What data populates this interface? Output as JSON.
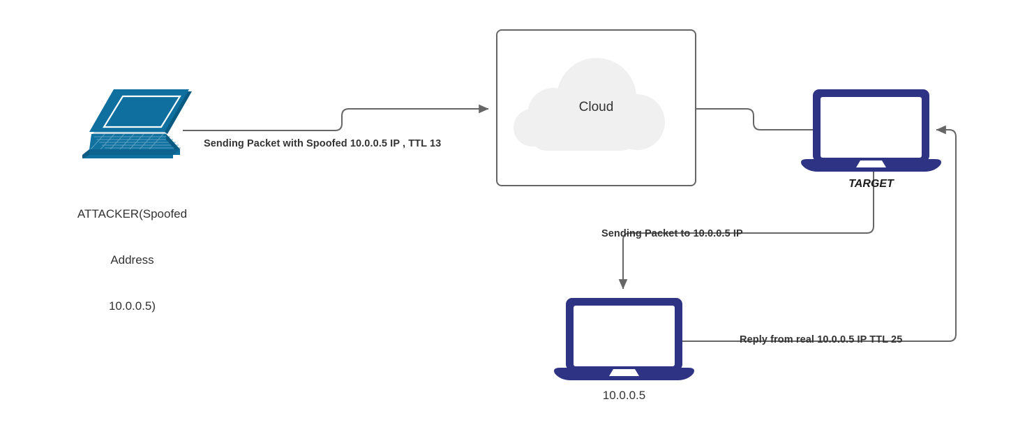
{
  "diagram": {
    "title": "IP Spoofing TTL Reply Diagram",
    "background": "#ffffff",
    "colors": {
      "attacker_device": "#0f6f9f",
      "attacker_device_dark": "#0b5a82",
      "attacker_device_light": "#3d8fb8",
      "target_device": "#2e3384",
      "connector": "#666666",
      "box_border": "#666666",
      "cloud_fill": "#f0f0f0",
      "text": "#333333"
    },
    "nodes": [
      {
        "id": "attacker",
        "icon": "laptop-isometric-icon",
        "label_lines": [
          "ATTACKER(Spoofed",
          "Address",
          "10.0.0.5)"
        ],
        "label_style": "regular"
      },
      {
        "id": "cloud",
        "icon": "cloud-icon",
        "label": "Cloud",
        "container": "rounded-rectangle"
      },
      {
        "id": "target",
        "icon": "laptop-front-icon",
        "label": "TARGET",
        "label_style": "bold-italic"
      },
      {
        "id": "real-host",
        "icon": "laptop-front-icon",
        "label": "10.0.0.5",
        "label_style": "regular"
      }
    ],
    "connectors": [
      {
        "id": "attacker-to-cloud",
        "from": "attacker",
        "to": "cloud",
        "label": "Sending Packet with Spoofed 10.0.0.5 IP , TTL 13",
        "arrow": "end"
      },
      {
        "id": "cloud-to-target",
        "from": "cloud",
        "to": "target",
        "label": "",
        "arrow": "none"
      },
      {
        "id": "target-to-real-host",
        "from": "target",
        "to": "real-host",
        "label": "Sending Packet to 10.0.0.5 IP",
        "arrow": "end"
      },
      {
        "id": "real-host-to-target",
        "from": "real-host",
        "to": "target",
        "label": "Reply from real 10.0.0.5 IP TTL 25",
        "arrow": "end"
      }
    ]
  }
}
